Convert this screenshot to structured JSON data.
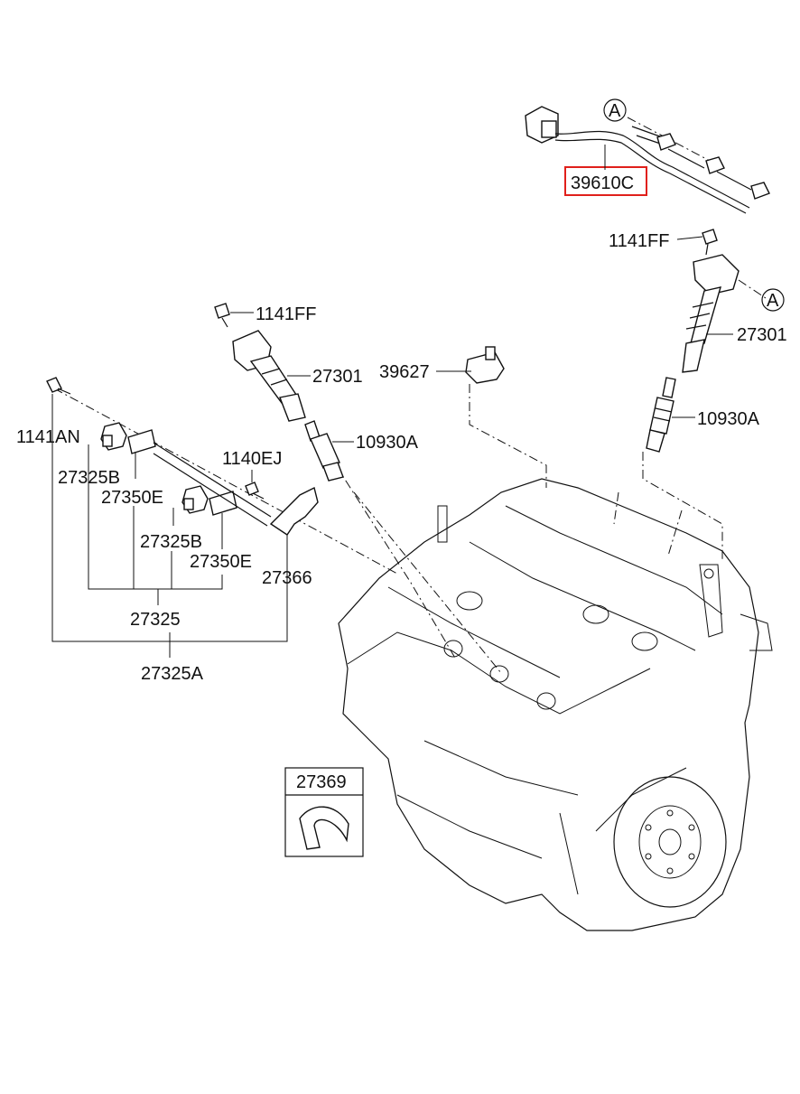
{
  "labels": {
    "wire_harness": "39610C",
    "bolt_top_right": "1141FF",
    "ref_a_top": "A",
    "ref_a_right": "A",
    "coil_right": "27301",
    "plug_right": "10930A",
    "bracket_39627": "39627",
    "bolt_left": "1141FF",
    "coil_left": "27301",
    "plug_left": "10930A",
    "bolt_1141an": "1141AN",
    "bolt_1140ej": "1140EJ",
    "sensor_b1": "27325B",
    "bracket_e1": "27350E",
    "sensor_b2": "27325B",
    "bracket_e2": "27350E",
    "bracket_27366": "27366",
    "sensor_27325": "27325",
    "sensor_27325a": "27325A",
    "inset_27369": "27369"
  },
  "colors": {
    "highlight": "#e0201b",
    "line": "#111111"
  }
}
